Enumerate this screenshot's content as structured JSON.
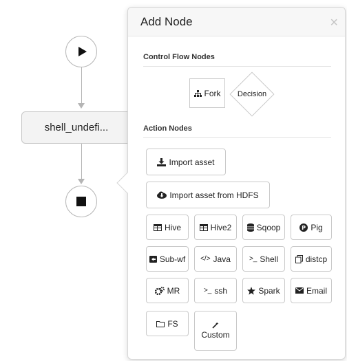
{
  "canvas": {
    "action_node_label": "shell_undefi..."
  },
  "popover": {
    "title": "Add Node",
    "close_glyph": "×",
    "control_flow": {
      "title": "Control Flow Nodes",
      "fork": {
        "label": "Fork",
        "icon": "sitemap-icon"
      },
      "decision": {
        "label": "Decision"
      }
    },
    "actions": {
      "title": "Action Nodes",
      "import_asset": {
        "label": "Import asset",
        "icon": "download-icon"
      },
      "import_hdfs": {
        "label": "Import asset from HDFS",
        "icon": "cloud-download-icon"
      },
      "hive": {
        "label": "Hive",
        "icon": "table-icon"
      },
      "hive2": {
        "label": "Hive2",
        "icon": "table-icon"
      },
      "sqoop": {
        "label": "Sqoop",
        "icon": "database-icon"
      },
      "pig": {
        "label": "Pig",
        "icon": "pig-icon"
      },
      "subwf": {
        "label": "Sub-wf",
        "icon": "code-fork-icon"
      },
      "java": {
        "label": "Java",
        "icon": "code-icon",
        "glyph": "</>"
      },
      "shell": {
        "label": "Shell",
        "icon": "terminal-icon",
        "glyph": ">_"
      },
      "distcp": {
        "label": "distcp",
        "icon": "copy-icon"
      },
      "mr": {
        "label": "MR",
        "icon": "cogs-icon"
      },
      "ssh": {
        "label": "ssh",
        "icon": "terminal-icon",
        "glyph": ">_"
      },
      "spark": {
        "label": "Spark",
        "icon": "star-icon"
      },
      "email": {
        "label": "Email",
        "icon": "envelope-icon"
      },
      "fs": {
        "label": "FS",
        "icon": "folder-icon"
      },
      "custom": {
        "label": "Custom",
        "icon": "magic-icon"
      }
    }
  }
}
